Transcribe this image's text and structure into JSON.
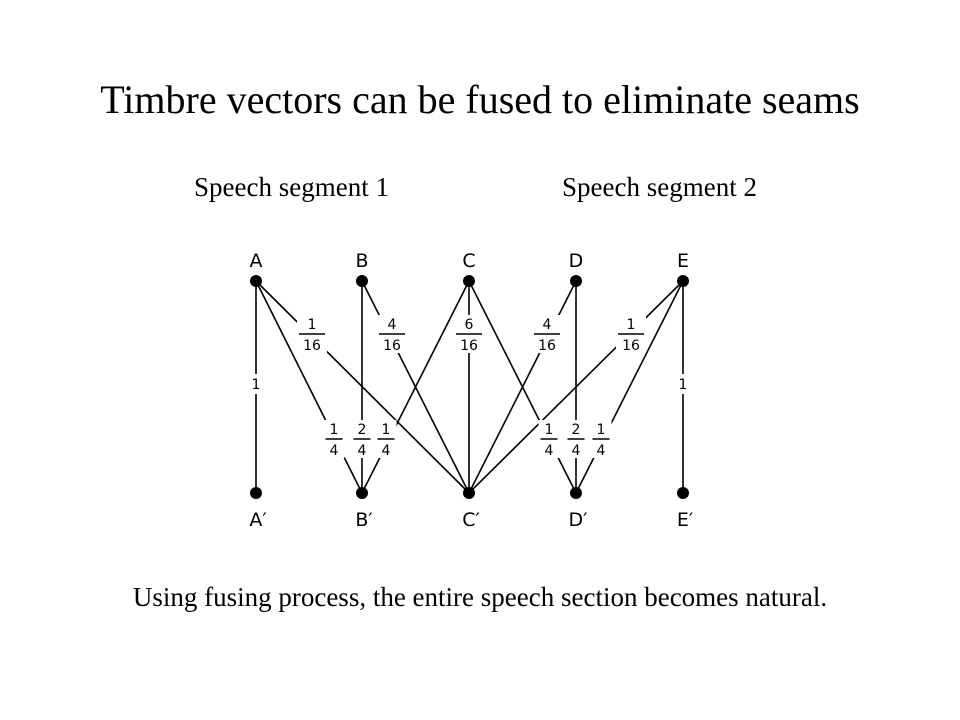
{
  "title": "Timbre vectors can be fused to eliminate seams",
  "segments": [
    "Speech segment 1",
    "Speech segment 2"
  ],
  "caption": "Using fusing process, the entire speech section becomes natural.",
  "diagram": {
    "top_nodes": [
      "A",
      "B",
      "C",
      "D",
      "E"
    ],
    "bottom_nodes": [
      "A′",
      "B′",
      "C′",
      "D′",
      "E′"
    ],
    "edges": [
      {
        "from": "A",
        "to": "A′",
        "weight": "1"
      },
      {
        "from": "A",
        "to": "B′",
        "weight": "1/4"
      },
      {
        "from": "A",
        "to": "C′",
        "weight": "1/16"
      },
      {
        "from": "B",
        "to": "B′",
        "weight": "2/4"
      },
      {
        "from": "B",
        "to": "C′",
        "weight": "4/16"
      },
      {
        "from": "C",
        "to": "B′",
        "weight": "1/4"
      },
      {
        "from": "C",
        "to": "C′",
        "weight": "6/16"
      },
      {
        "from": "C",
        "to": "D′",
        "weight": "1/4"
      },
      {
        "from": "D",
        "to": "C′",
        "weight": "4/16"
      },
      {
        "from": "D",
        "to": "D′",
        "weight": "2/4"
      },
      {
        "from": "E",
        "to": "C′",
        "weight": "1/16"
      },
      {
        "from": "E",
        "to": "D′",
        "weight": "1/4"
      },
      {
        "from": "E",
        "to": "E′",
        "weight": "1"
      }
    ]
  }
}
